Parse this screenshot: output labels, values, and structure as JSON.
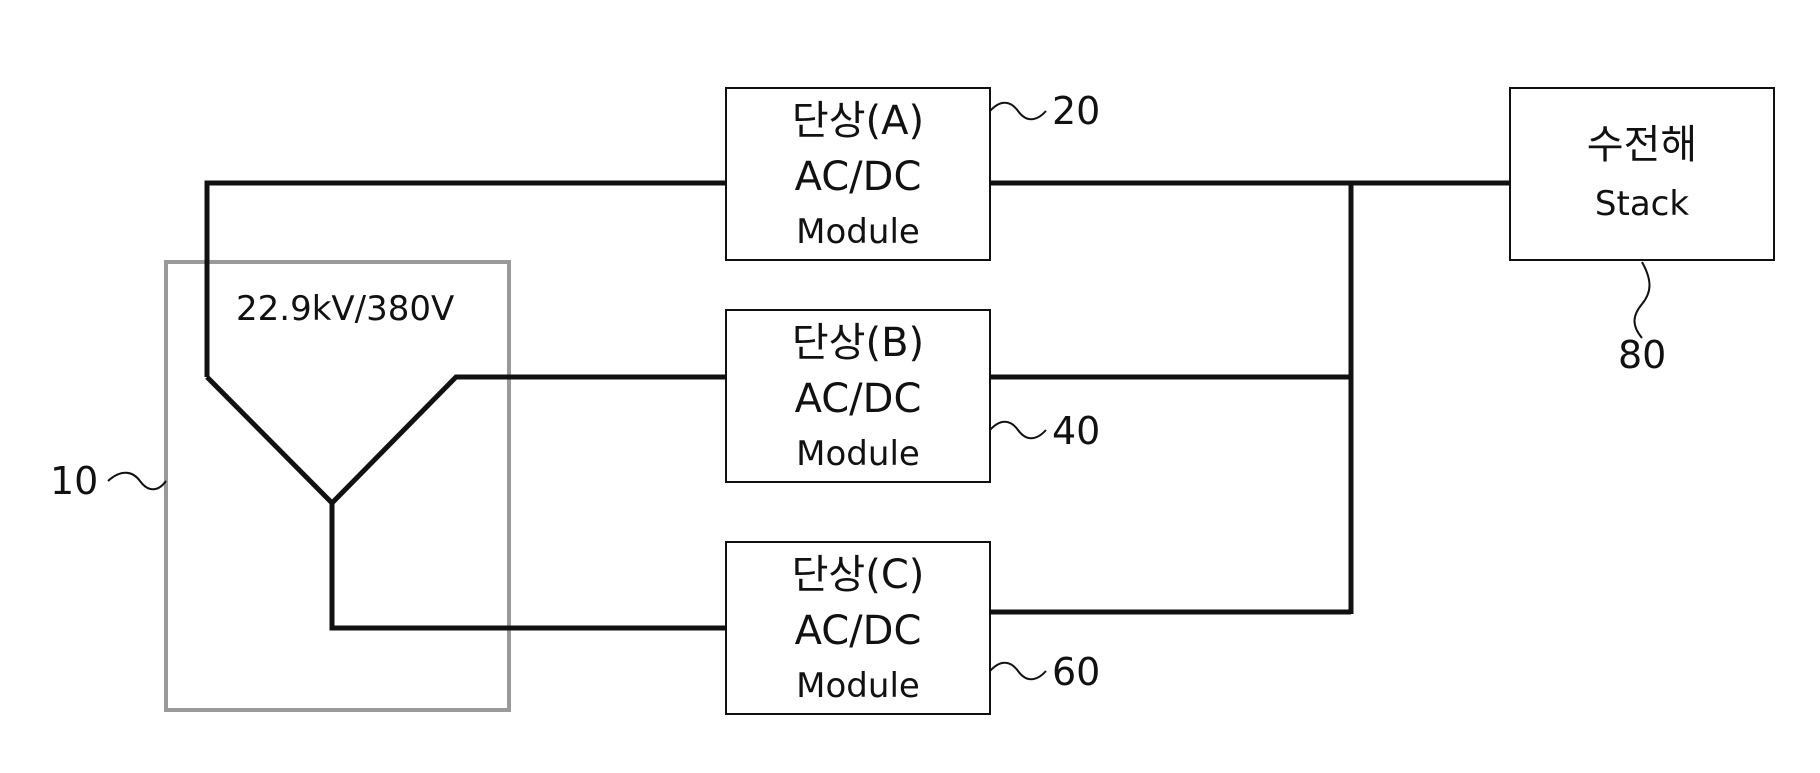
{
  "transformer": {
    "rating": "22.9kV/380V",
    "ref": "10"
  },
  "modules": [
    {
      "line1": "단상(A)",
      "line2": "AC/DC",
      "line3": "Module",
      "ref": "20"
    },
    {
      "line1": "단상(B)",
      "line2": "AC/DC",
      "line3": "Module",
      "ref": "40"
    },
    {
      "line1": "단상(C)",
      "line2": "AC/DC",
      "line3": "Module",
      "ref": "60"
    }
  ],
  "stack": {
    "line1": "수전해",
    "line2": "Stack",
    "ref": "80"
  }
}
